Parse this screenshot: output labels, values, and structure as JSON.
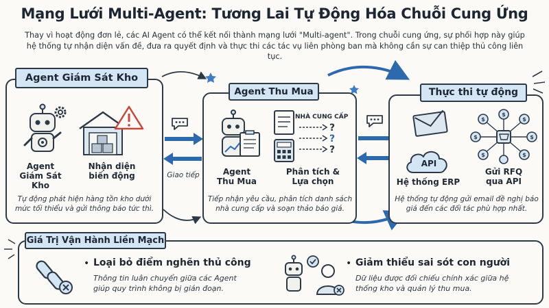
{
  "title": "Mạng Lưới Multi-Agent: Tương Lai Tự Động Hóa Chuỗi Cung Ứng",
  "intro": "Thay vì hoạt động đơn lẻ, các AI Agent có thể kết nối thành mạng lưới \"Multi-agent\". Trong chuỗi cung ứng, sự phối hợp này giúp hệ thống tự nhận diện vấn đề, đưa ra quyết định và thực thi các tác vụ liên phòng ban mà không cần sự can thiệp thủ công liên tục.",
  "panels": {
    "warehouse": {
      "label": "Agent Giám Sát Kho",
      "agent_caption": "Agent\nGiám Sát Kho",
      "detect_caption": "Nhận diện\nbiến động",
      "note": "Tự động phát hiện hàng tồn kho dưới mức tối thiểu và gửi thông báo tức thì."
    },
    "procurement": {
      "label": "Agent Thu Mua",
      "agent_caption": "Agent\nThu Mua",
      "supplier_tag": "NHÀ CUNG CẤP",
      "analyze_caption": "Phân tích &\nLựa chọn",
      "note": "Tiếp nhận yêu cầu, phân tích danh sách nhà cung cấp và soạn thảo báo giá."
    },
    "execution": {
      "label": "Thực thi tự động",
      "api_label": "API",
      "erp_caption": "Hệ thống ERP",
      "rfq_caption": "Gửi RFQ\nqua API",
      "note": "Hệ thống tự động gửi email đề nghị báo giá đến các đối tác phù hợp nhất."
    }
  },
  "comm_label": "Giao tiếp",
  "benefits": {
    "label": "Giá Trị Vận Hành Liền Mạch",
    "items": [
      {
        "title": "Loại bỏ điểm nghẽn thủ công",
        "desc": "Thông tin luân chuyển giữa các Agent giúp quy trình không bị gián đoạn."
      },
      {
        "title": "Giảm thiểu sai sót con người",
        "desc": "Dữ liệu được đối chiếu chính xác giữa hệ thống kho và quản lý thu mua."
      }
    ]
  },
  "colors": {
    "label_bg": "#d4e5f3",
    "arrow_blue": "#2d69ad",
    "ink": "#2c3a48",
    "alert_red": "#c9473a",
    "check_blue": "#3e7cc4",
    "paper": "#fbfaf6"
  }
}
